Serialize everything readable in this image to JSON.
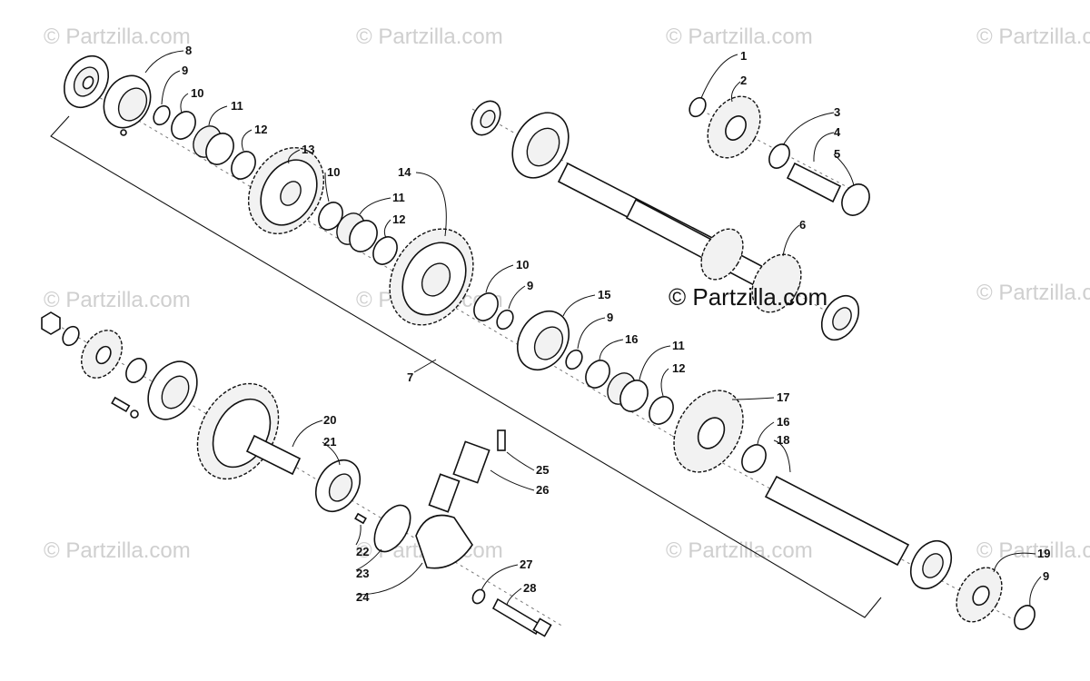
{
  "watermarks": [
    "© Partzilla.com",
    "© Partzilla.com",
    "© Partzilla.com",
    "© Partzilla.com",
    "© Partzilla.com",
    "© Partzilla.com",
    "© Partzilla.com",
    "© Partzilla.com",
    "© Partzilla.com",
    "© Partzilla.com",
    "© Partzilla.com"
  ],
  "center_watermark": "© Partzilla.com",
  "callouts": [
    "1",
    "2",
    "3",
    "4",
    "5",
    "6",
    "7",
    "8",
    "9",
    "10",
    "11",
    "12",
    "13",
    "10",
    "11",
    "12",
    "14",
    "10",
    "9",
    "15",
    "9",
    "16",
    "11",
    "12",
    "17",
    "16",
    "18",
    "19",
    "9",
    "20",
    "21",
    "22",
    "23",
    "24",
    "25",
    "26",
    "27",
    "28"
  ]
}
